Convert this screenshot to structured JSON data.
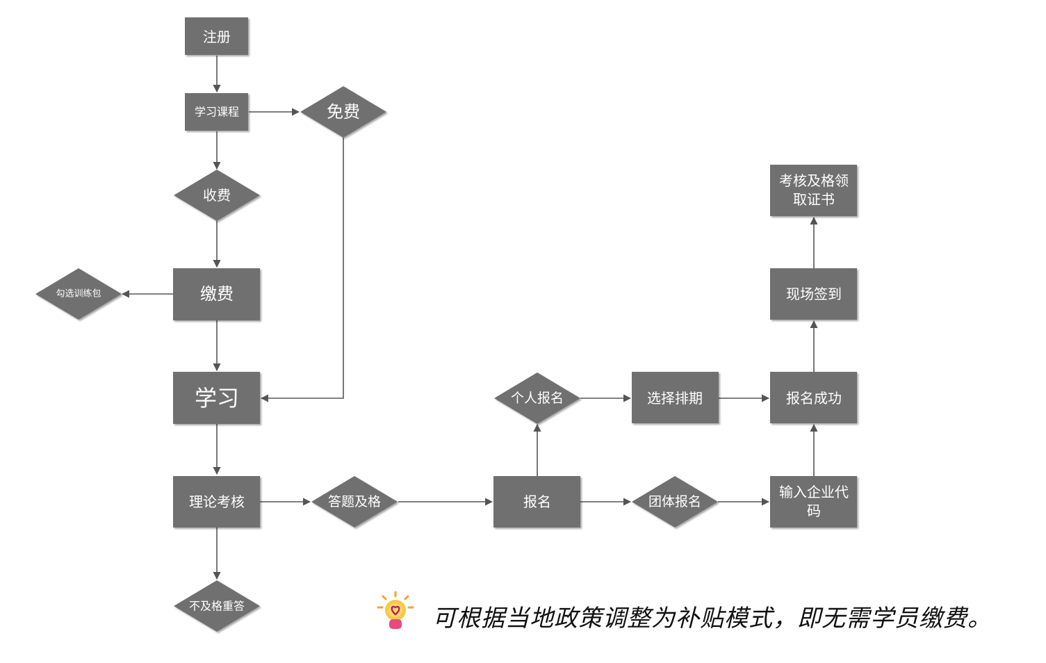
{
  "colors": {
    "node_fill": "#707070",
    "edge": "#555555",
    "text": "#ffffff"
  },
  "nodes": {
    "register": "注册",
    "courses": "学习课程",
    "free": "免费",
    "charge": "收费",
    "pay": "缴费",
    "select_package": "勾选训练包",
    "study": "学习",
    "theory_exam": "理论考核",
    "fail_retry": "不及格重答",
    "pass": "答题及格",
    "signup": "报名",
    "individual_signup": "个人报名",
    "group_signup": "团体报名",
    "choose_schedule": "选择排期",
    "signup_success": "报名成功",
    "enter_company_code_1": "输入企业代",
    "enter_company_code_2": "码",
    "onsite_checkin": "现场签到",
    "certificate_1": "考核及格领",
    "certificate_2": "取证书"
  },
  "note": {
    "icon": "lightbulb-icon",
    "text": "可根据当地政策调整为补贴模式，即无需学员缴费。"
  }
}
